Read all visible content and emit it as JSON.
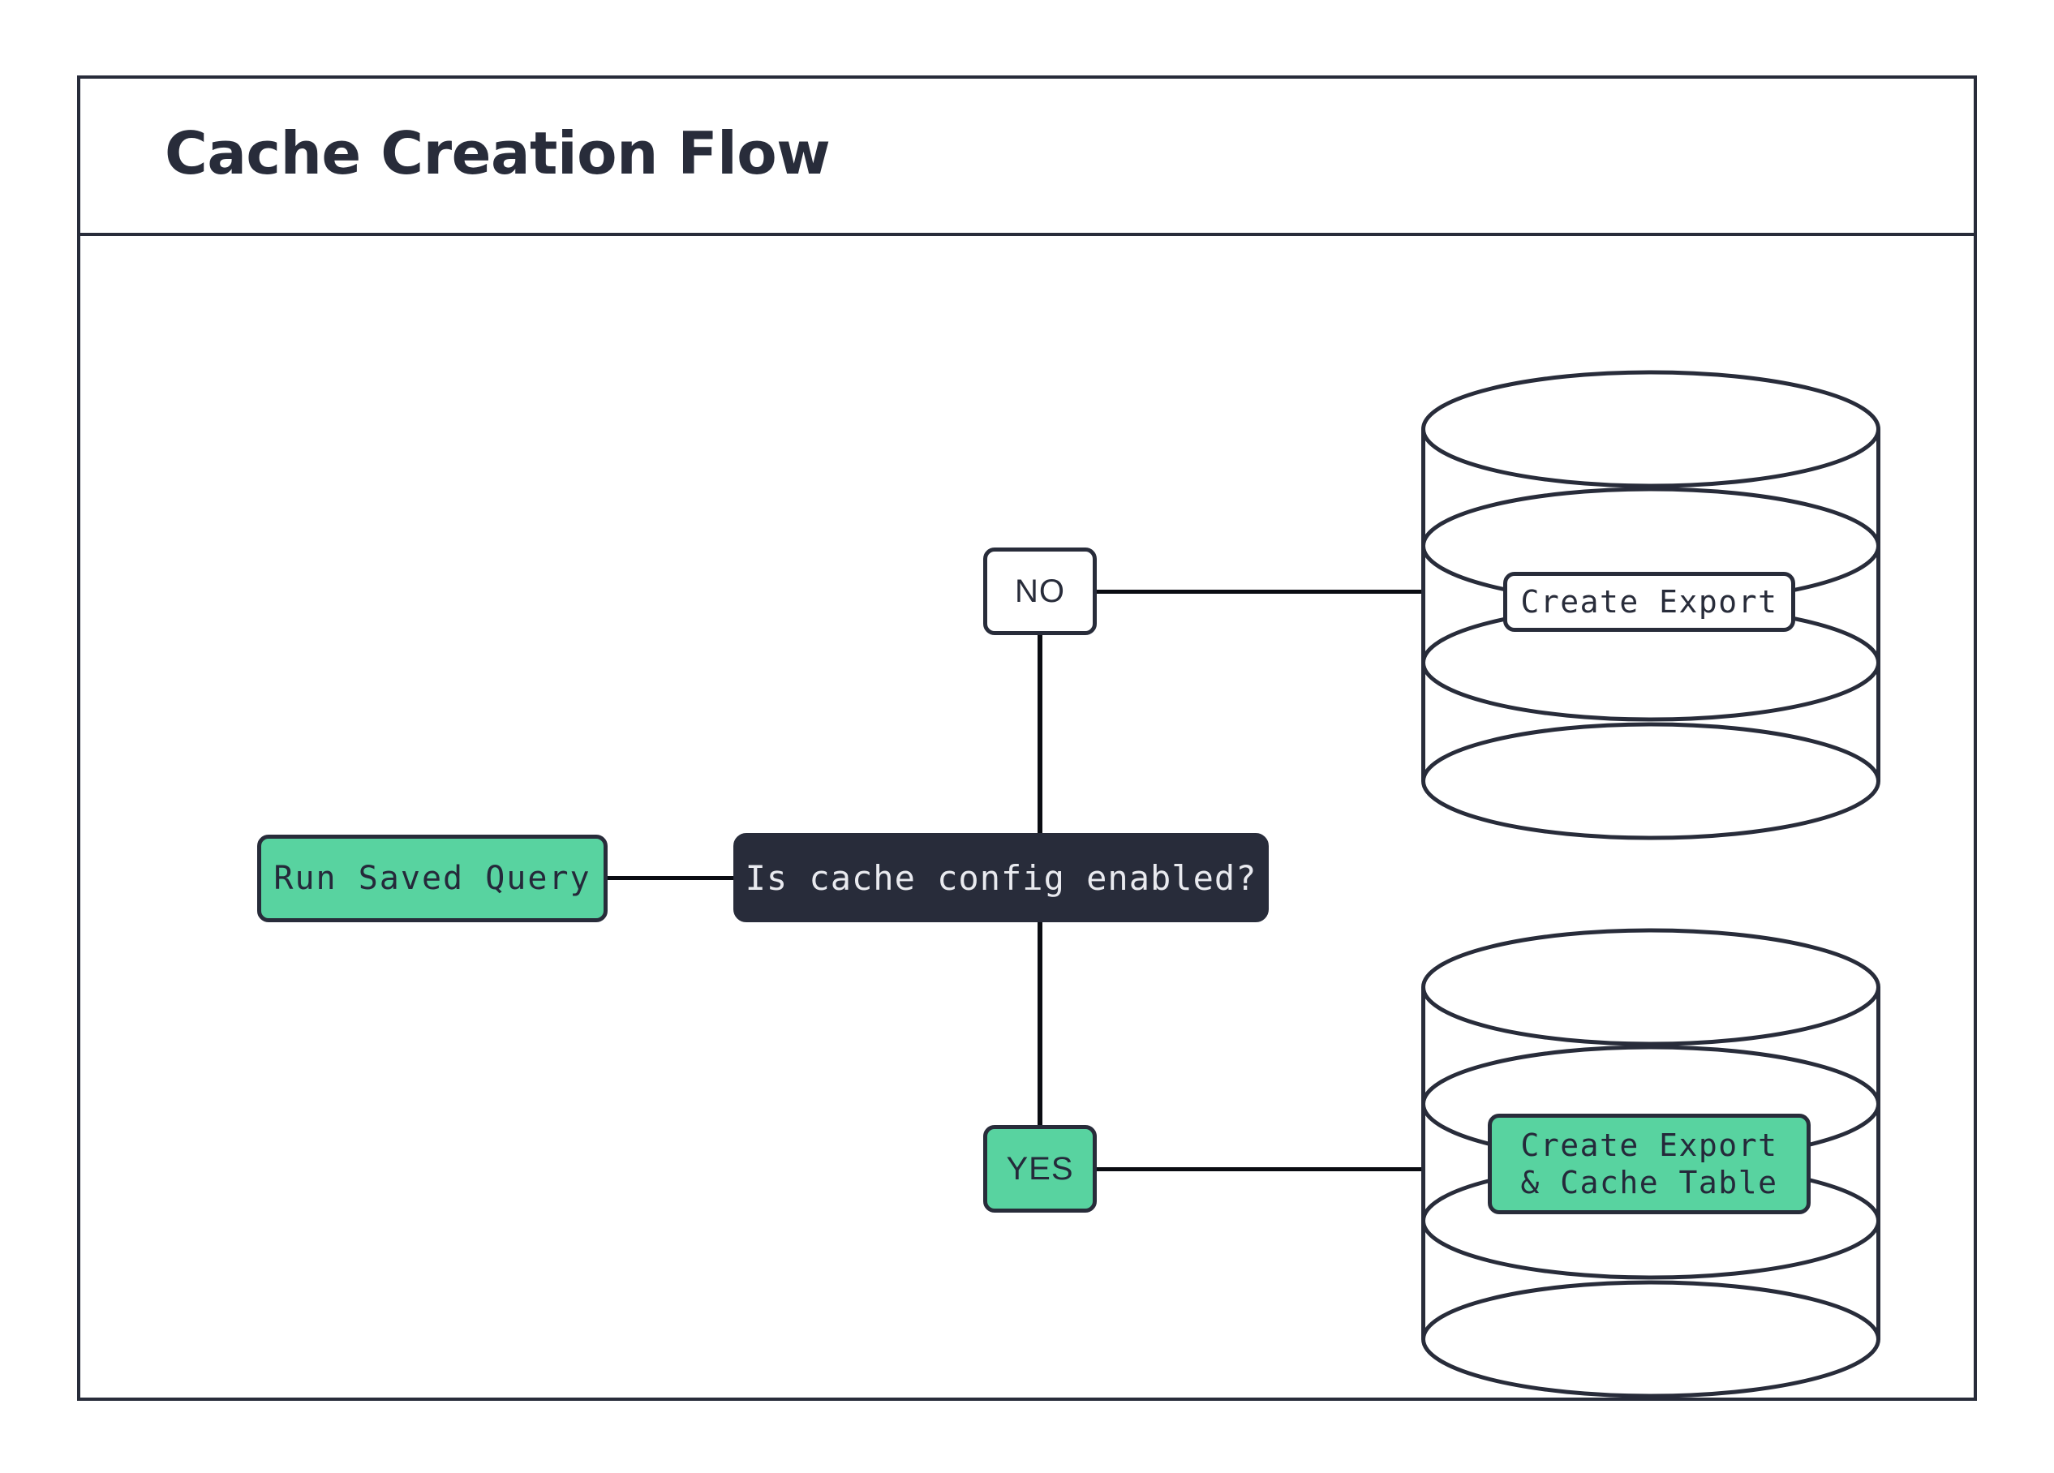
{
  "diagram": {
    "title": "Cache Creation Flow",
    "type": "flowchart",
    "colors": {
      "frame_border": "#282C3A",
      "accent_green": "#58D3A0",
      "dark_node": "#282C3A",
      "dark_node_text": "#E9EAEF",
      "line": "#0A0C12",
      "background": "#FFFFFF"
    }
  },
  "nodes": {
    "run_saved_query": {
      "label": "Run Saved Query",
      "shape": "rounded-rect",
      "fill": "green"
    },
    "decision": {
      "label": "Is cache config enabled?",
      "shape": "rounded-rect",
      "fill": "dark"
    },
    "branch_no": {
      "label": "NO",
      "shape": "rounded-rect",
      "fill": "white"
    },
    "branch_yes": {
      "label": "YES",
      "shape": "rounded-rect",
      "fill": "green"
    },
    "cylinder_top": {
      "shape": "database-cylinder",
      "label_line1": "Create Export",
      "label_line2": "",
      "label_fill": "white"
    },
    "cylinder_bottom": {
      "shape": "database-cylinder",
      "label_line1": "Create Export",
      "label_line2": "& Cache Table",
      "label_fill": "green"
    }
  },
  "edges": [
    {
      "from": "run_saved_query",
      "to": "decision",
      "label": ""
    },
    {
      "from": "decision",
      "to": "branch_no",
      "label": "NO"
    },
    {
      "from": "branch_no",
      "to": "cylinder_top",
      "label": ""
    },
    {
      "from": "decision",
      "to": "branch_yes",
      "label": "YES"
    },
    {
      "from": "branch_yes",
      "to": "cylinder_bottom",
      "label": ""
    }
  ]
}
